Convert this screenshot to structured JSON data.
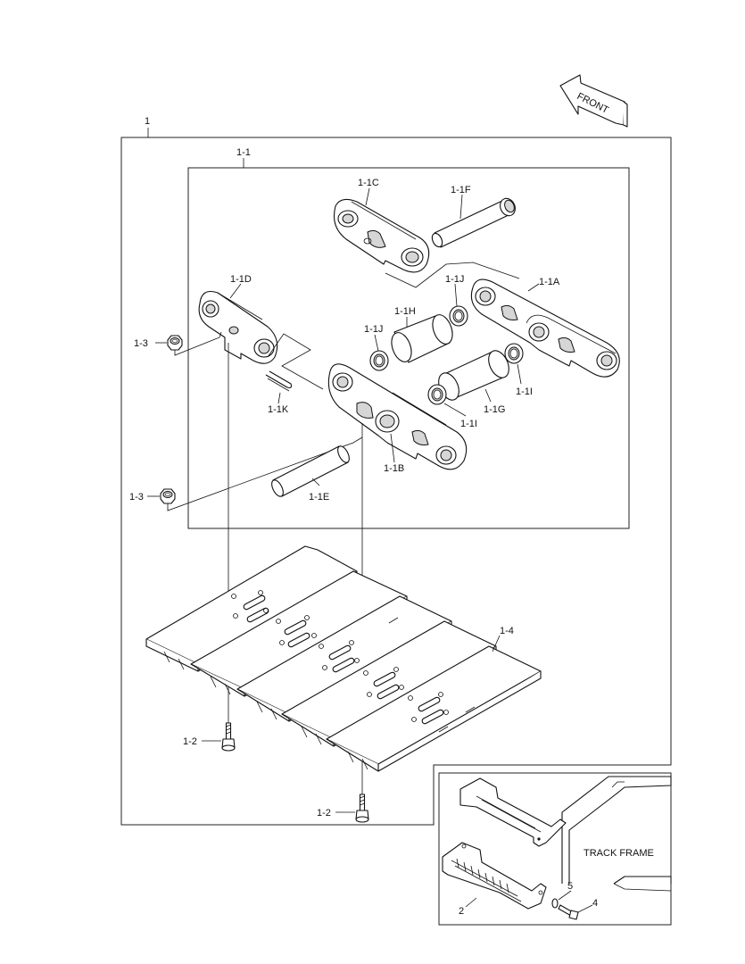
{
  "front_arrow": {
    "label": "FRONT"
  },
  "labels": {
    "assembly": "1",
    "link_assembly": "1-1",
    "link_1c": "1-1C",
    "pin_1f": "1-1F",
    "link_1d": "1-1D",
    "link_1a": "1-1A",
    "seal_1j_upper": "1-1J",
    "bushing_1h": "1-1H",
    "seal_1j_lower": "1-1J",
    "nut_1_3_upper": "1-3",
    "pin_1k": "1-1K",
    "seal_1i_right": "1-1I",
    "bushing_1g": "1-1G",
    "seal_1i_center": "1-1I",
    "link_1b": "1-1B",
    "nut_1_3_lower": "1-3",
    "pin_1e": "1-1E",
    "shoe_1_4": "1-4",
    "bolt_1_2_upper": "1-2",
    "bolt_1_2_lower": "1-2",
    "track_frame": "TRACK FRAME",
    "guard_2": "2",
    "bolt_4": "4",
    "washer_5": "5"
  }
}
